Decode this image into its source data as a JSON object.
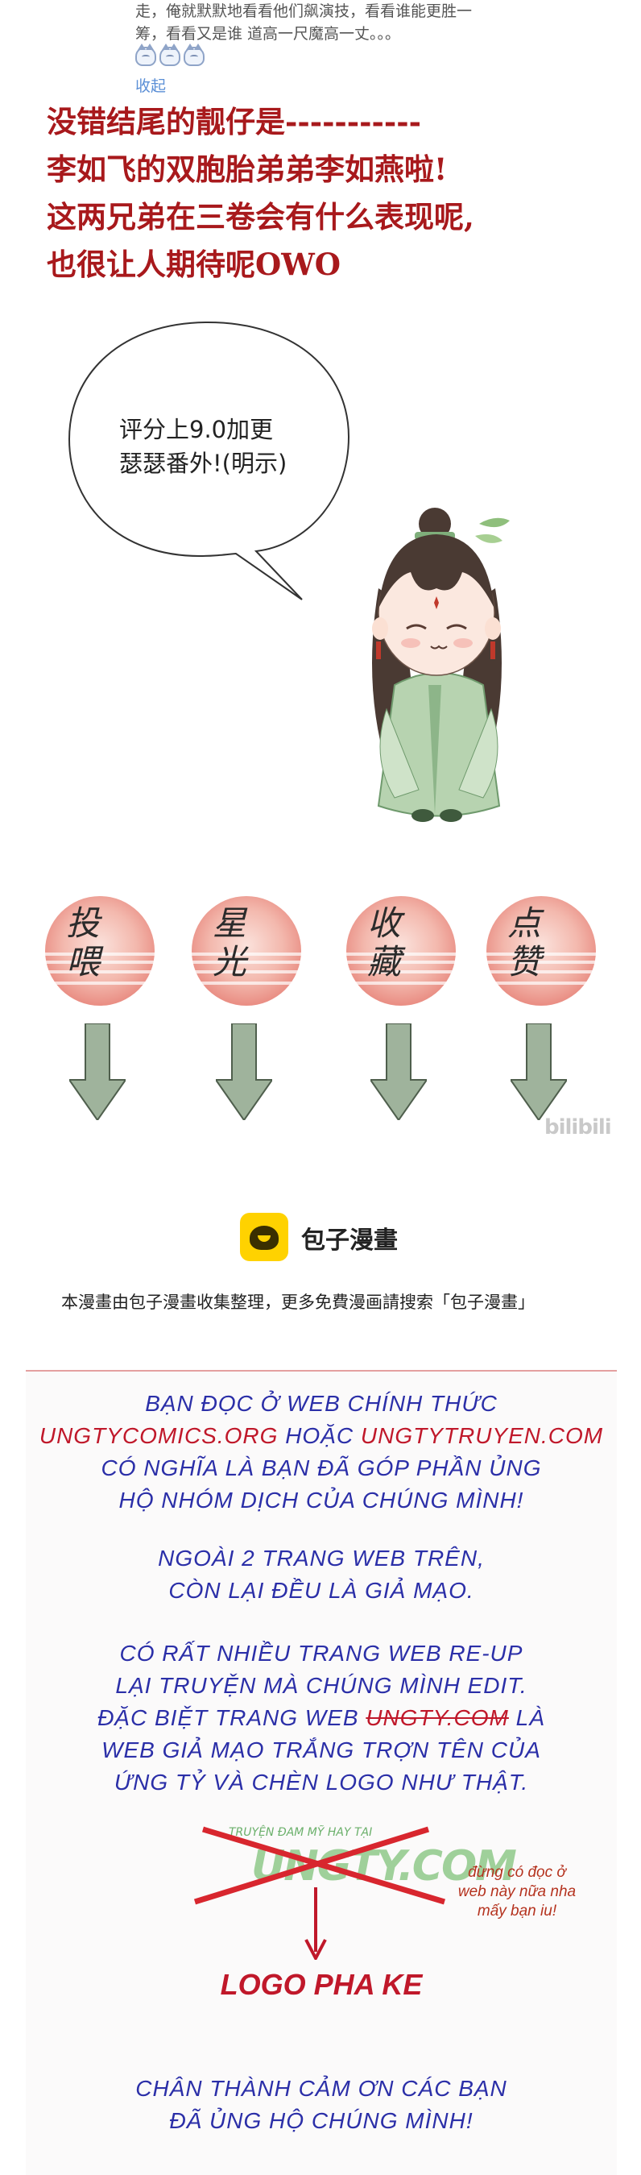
{
  "comment": {
    "line1": "走，俺就默默地看看他们飙演技，看看谁能更胜一",
    "line2": "筹，看看又是谁 道高一尺魔高一丈。。。",
    "collapse_label": "收起"
  },
  "caption": {
    "lines": [
      "没错结尾的靓仔是-----------",
      "李如飞的双胞胎弟弟李如燕啦!",
      "这两兄弟在三卷会有什么表现呢,",
      "也很让人期待呢OWO"
    ]
  },
  "bubble": {
    "line1": "评分上9.0加更",
    "line2": "瑟瑟番外!(明示)"
  },
  "actions": [
    {
      "label": "投喂"
    },
    {
      "label": "星光"
    },
    {
      "label": "收藏"
    },
    {
      "label": "点赞"
    }
  ],
  "watermark": "bilibili",
  "footer": {
    "brand": "包子漫畫",
    "note": "本漫畫由包子漫畫收集整理，更多免費漫画請搜索「包子漫畫」"
  },
  "notice": {
    "p1_l1": "BẠN ĐỌC Ở WEB CHÍNH THỨC",
    "site1": "UNGTYCOMICS.ORG",
    "or_word": " HOẶC ",
    "site2": "UNGTYTRUYEN.COM",
    "p1_l3": "CÓ NGHĨA LÀ BẠN ĐÃ GÓP PHẦN ỦNG",
    "p1_l4": "HỘ NHÓM DỊCH CỦA CHÚNG MÌNH!",
    "p2_l1": "NGOÀI 2 TRANG WEB TRÊN,",
    "p2_l2": "CÒN LẠI ĐỀU LÀ GIẢ MẠO.",
    "p3_l1": "CÓ RẤT NHIỀU TRANG WEB RE-UP",
    "p3_l2": "LẠI TRUYỆN MÀ CHÚNG MÌNH EDIT.",
    "p3_l3a": "ĐẶC BIỆT TRANG WEB ",
    "fake_site": "UNGTY.COM",
    "p3_l3b": " LÀ",
    "p3_l4": "WEB GIẢ MẠO TRẮNG TRỢN TÊN CỦA",
    "p3_l5": "ỨNG TỶ VÀ CHÈN LOGO NHƯ THẬT.",
    "fake_logo_small": "TRUYỆN ĐAM MỸ HAY TẠI",
    "fake_logo_main": "UNGTY.COM",
    "side_note_l1": "đừng có đọc ở",
    "side_note_l2": "web này nữa nha",
    "side_note_l3": "mấy bạn iu!",
    "logo_fake": "LOGO PHA KE",
    "thanks_l1": "CHÂN THÀNH CẢM ƠN CÁC BẠN",
    "thanks_l2": "ĐÃ ỦNG HỘ CHÚNG MÌNH!"
  },
  "colors": {
    "caption_red": "#a8191c",
    "notice_blue": "#2b2fa8",
    "notice_red": "#c0182a",
    "link_blue": "#5b8fd6",
    "arrow_fill": "#9fb39c",
    "baozi_yellow": "#ffd200"
  }
}
